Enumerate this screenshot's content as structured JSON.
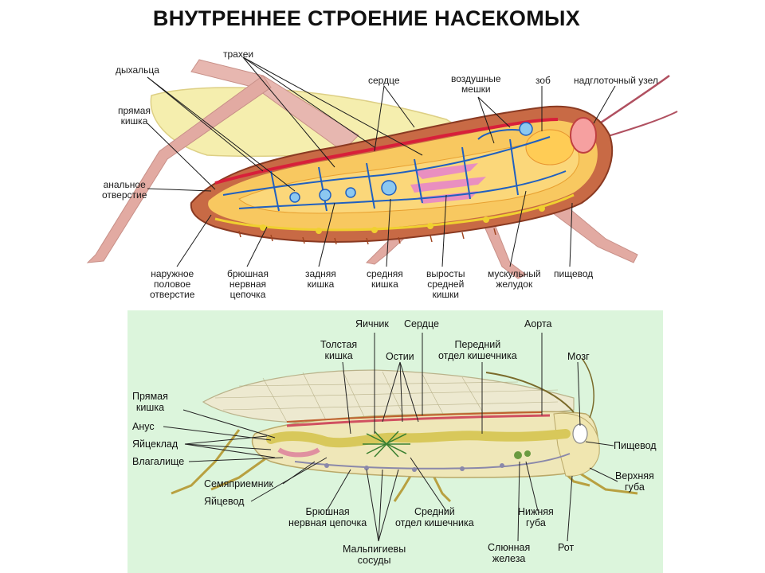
{
  "title": "ВНУТРЕННЕЕ СТРОЕНИЕ НАСЕКОМЫХ",
  "top_labels": {
    "spiracles": "дыхальца",
    "tracheae": "трахеи",
    "heart": "сердце",
    "air_sacs": "воздушные\nмешки",
    "crop": "зоб",
    "supraesophageal": "надглоточный узел",
    "rectum": "прямая\nкишка",
    "anus": "анальное\nотверстие",
    "genital_opening": "наружное\nполовое\nотверстие",
    "nerve_cord": "брюшная\nнервная\nцепочка",
    "hindgut": "задняя\nкишка",
    "midgut": "средняя\nкишка",
    "ceca": "выросты\nсредней\nкишки",
    "gizzard": "мускульный\nжелудок",
    "esophagus": "пищевод"
  },
  "bottom_labels": {
    "ovary": "Яичник",
    "heart": "Сердце",
    "aorta": "Аорта",
    "colon": "Толстая\nкишка",
    "ostia": "Остии",
    "foregut": "Передний\nотдел кишечника",
    "brain": "Мозг",
    "rectum": "Прямая\nкишка",
    "anus": "Анус",
    "ovipositor": "Яйцеклад",
    "vagina": "Влагалище",
    "esophagus": "Пищевод",
    "upper_lip": "Верхняя\nгуба",
    "spermatheca": "Семяприемник",
    "oviduct": "Яйцевод",
    "nerve_cord": "Брюшная\nнервная цепочка",
    "midgut": "Средний\nотдел кишечника",
    "lower_lip": "Нижняя\nгуба",
    "mouth": "Рот",
    "malpighian": "Мальпигиевы\nсосуды",
    "salivary": "Слюнная\nжелеза"
  }
}
